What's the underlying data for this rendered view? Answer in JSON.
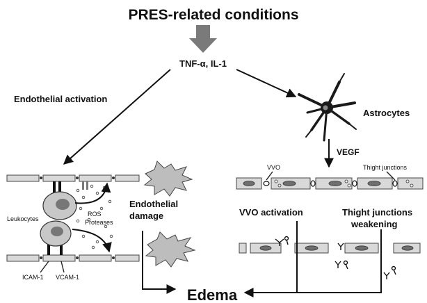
{
  "title": "PRES-related conditions",
  "cytokines": "TNF-α, IL-1",
  "left_branch": "Endothelial activation",
  "astrocytes": "Astrocytes",
  "vegf": "VEGF",
  "vvo_label": "VVO",
  "tight_junctions_label": "Thight junctions",
  "leukocytes": "Leukocytes",
  "ros": "ROS",
  "proteases": "Proteases",
  "endothelial_damage_line1": "Endothelial",
  "endothelial_damage_line2": "damage",
  "icam": "ICAM-1",
  "vcam": "VCAM-1",
  "vvo_activation": "VVO activation",
  "tj_weakening_line1": "Thight junctions",
  "tj_weakening_line2": "weakening",
  "edema": "Edema",
  "colors": {
    "arrow_gray": "#7a7a7a",
    "cell_fill": "#d9d9d9",
    "nucleus": "#6f6f6f",
    "astrocyte": "#1a1a1a"
  }
}
